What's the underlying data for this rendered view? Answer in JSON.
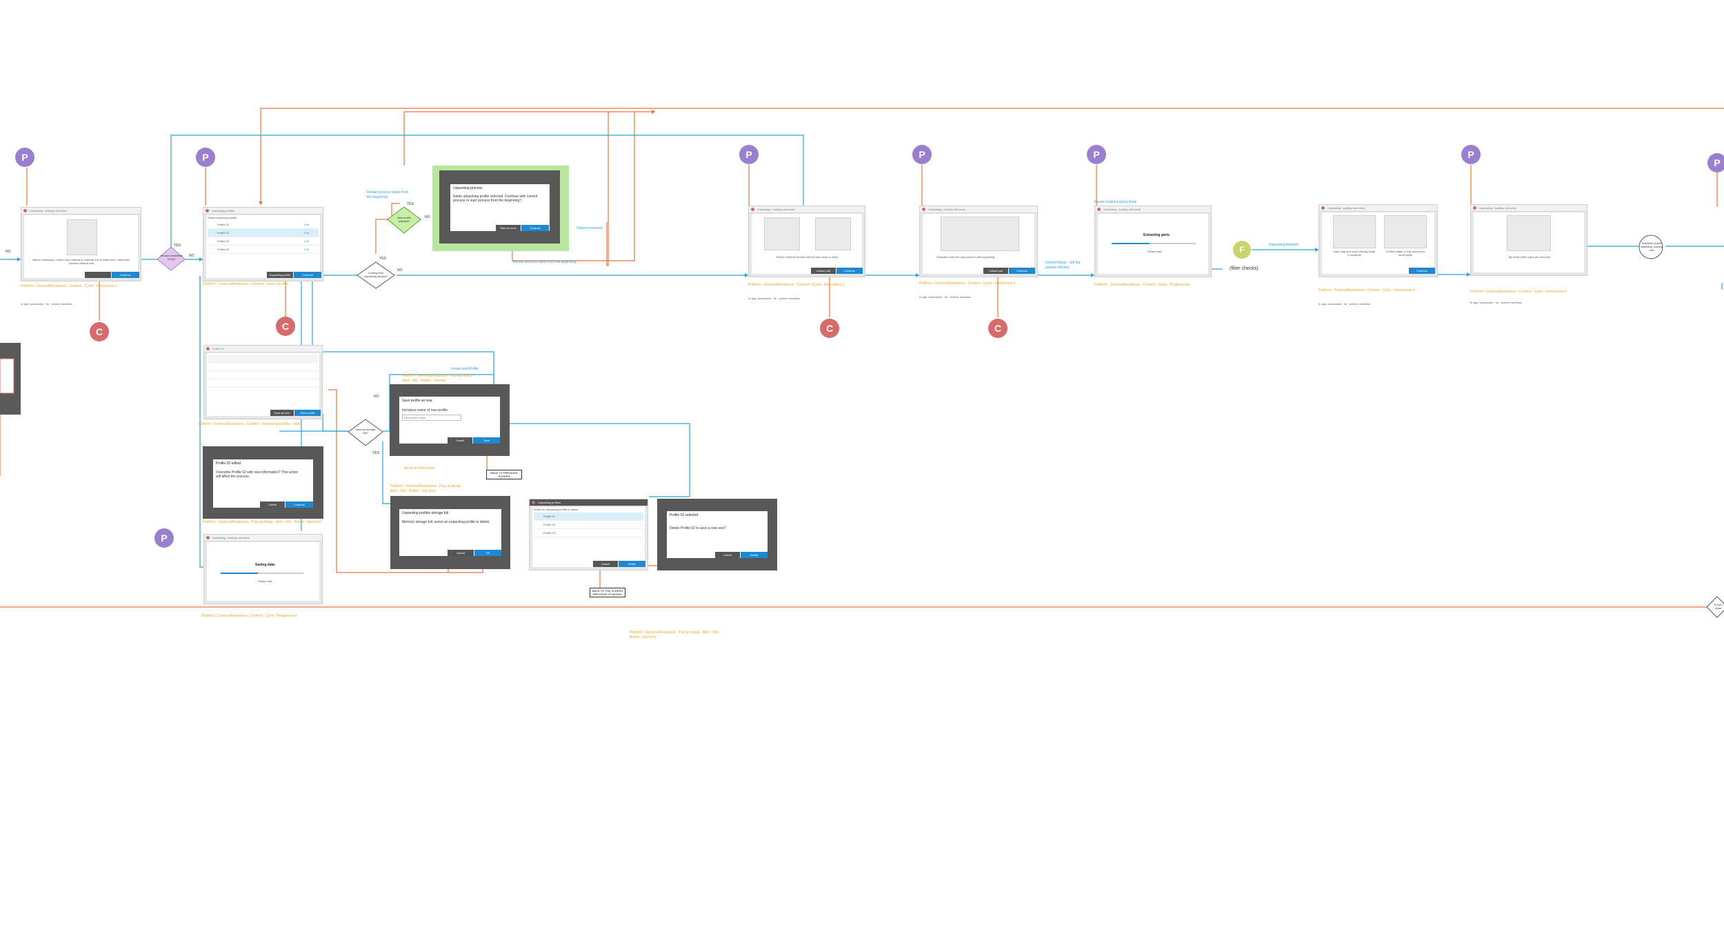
{
  "screens": {
    "s1": {
      "title": "Unpacking - loading unit name",
      "text": "Before continuing, confirm that material & material unit is intact level. Otherwise, replace material unit",
      "btn1": "",
      "btn2": "Continue",
      "note": "Platform - General/Assistance - Content - Cycle - Instructions 1",
      "sub": "In app: /production · for · screen: workflow"
    },
    "s2": {
      "title": "Unpacking profiles",
      "header": "Select unpacking profile",
      "rows": [
        "Profile 01",
        "Profile 02",
        "Profile 03",
        "Profile 04"
      ],
      "edit": "Edit",
      "btn1": "Unpacking profile",
      "btn2": "Continue",
      "note": "Platform - General/Assistance - Content - Select profiles"
    },
    "s3": {
      "title": "Unpacking process",
      "text": "Same unpacking profile selected. Continue with current process or start process from the beginning?",
      "btn1": "Start process",
      "btn2": "Continue"
    },
    "s4": {
      "title": "Unpacking - loading unit name",
      "text": "Before continue ensure that the plan draw is ready",
      "btn1": "Unload unit",
      "btn2": "Continue",
      "note": "Platform - General/Assistance - Content - Cycle - Instructions 2",
      "sub": "In app: /production · for · screen: workflow"
    },
    "s5": {
      "title": "Unpacking - loading unit name",
      "text": "Separate build unit and proceed with unpacking",
      "btn1": "Unload unit",
      "btn2": "Continue",
      "note": "Platform - General/Assistance - Content - Cycle - Instructions 3",
      "sub": "In app: /production · for · screen: workflow"
    },
    "s6": {
      "title": "Unpacking - loading unit name",
      "heading": "Extracting parts",
      "text": "Please wait",
      "note": "Platform - General/Assistance - Content - Cycle - Progress bar"
    },
    "s7": {
      "title": "Unpacking - loading unit name",
      "text1": "Open flap and insert sieving blade to continue",
      "text2": "Confirm blade is fully inserted to avoid spills",
      "btn2": "Continue",
      "note": "Platform - General/Assistance - Content - Cycle - Instructions 4",
      "sub": "In app: /production · for · screen: workflow"
    },
    "s8": {
      "title": "Unpacking - loading unit name",
      "text": "Tap finish when parts are removed",
      "note": "Platform - General/Assistance - Content - Cycle - Instructions 5",
      "sub": "In app: /production · for · screen: workflow"
    },
    "s9": {
      "title": "Profile 02",
      "btn1": "Save as new",
      "btn2": "Save profile",
      "note": "Platform - General/Assistance - Content - Unpacking profiles - table"
    },
    "s10": {
      "title": "Profile 02 edited",
      "text": "Overwrite Profile 02 with new information? This action will affect the process.",
      "btn1": "Cancel",
      "btn2": "Continue",
      "note": "Platform - General/Assistance - Pop up dialog - Alert - Info - Button - two lines"
    },
    "s11": {
      "title": "Unpacking - loading unit name",
      "heading": "Saving data",
      "text": "Please wait",
      "note": "Platform - General/Assistance - Content - Cycle - Progress bar"
    },
    "s12": {
      "title": "Save profile as new",
      "text": "Introduce name of new profile:",
      "placeholder": "New profile name",
      "btn1": "Cancel",
      "btn2": "Save",
      "note": "Platform - General/Assistance - Pop up dialog - Alert - Info - Button - text box"
    },
    "s13": {
      "title": "Unpacking profiles storage full",
      "text": "Memory storage full, select an unpacking profile to delete.",
      "btn1": "Cancel",
      "btn2": "OK",
      "note": "Platform - General/Assistance - Pop up dialog - Alert - Info - Button - two lines"
    },
    "s14": {
      "title": "Unpacking profiles",
      "header": "Select an unpacking profile to delete",
      "rows": [
        "Profile 01",
        "Profile 02",
        "Profile 03"
      ],
      "btn1": "Cancel",
      "btn2": "Delete"
    },
    "s15": {
      "title": "Profile 02 selected",
      "text": "Delete Profile 02 to save a new one?",
      "btn1": "Cancel",
      "btn2": "Delete",
      "note": "Platform - General/Assistance - Pop up dialog - Alert - Info - Button - two lines"
    }
  },
  "diamonds": {
    "d1": "Recipe predefined in list?",
    "d2": "New profile selected?",
    "d3": "Coming from unpacking paused?",
    "d4": "memory storage full?"
  },
  "flow_labels": {
    "yes": "YES",
    "no": "NO",
    "restart": "Restart process starts from the beginning",
    "restart2": "Restart process starts from the beginning",
    "unpack_resumed": "Unpack resumed",
    "create_new": "create new Profile",
    "identical": "Identical label name",
    "back_prev": "BACK TO PREVIOUS SCREEN",
    "back_prev2": "BACK TO THE SCREEN PREVIOUS TO MODAL",
    "finish": "Unpacking finished",
    "unload": "Unload things - Sift the powder still box",
    "filter": "(filter checks)",
    "pause_tip": "Pause continue going down",
    "build_unit_det": "Buildunit/ shield detecting, cooling unit",
    "to_top": "To top / close"
  },
  "markers": {
    "p": "P",
    "c": "C",
    "f": "F"
  },
  "colors": {
    "orange": "#f2703a",
    "blue": "#29a3e0",
    "purple": "#9a7fd1",
    "red": "#d86a6a",
    "yellow": "#c9d46a",
    "green_highlight": "#b9e69e",
    "note_orange": "#f5a623"
  }
}
